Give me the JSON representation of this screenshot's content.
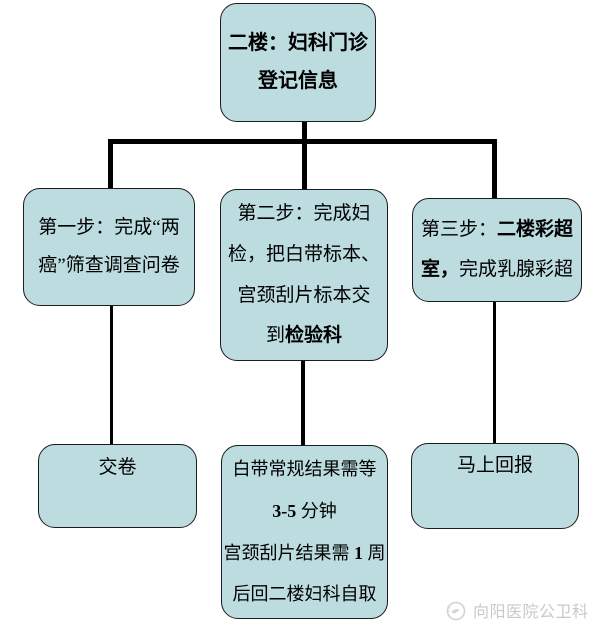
{
  "colors": {
    "box_fill": "#bcdce0",
    "box_border": "#1c1c1c",
    "connector": "#000000",
    "watermark": "#c9c9c9",
    "background": "#ffffff"
  },
  "flowchart": {
    "top": {
      "lines": [
        "二楼：妇科门诊",
        "登记信息"
      ]
    },
    "step1": {
      "lines": [
        "第一步：完成“两",
        "癌”筛查调查问卷"
      ]
    },
    "step2": {
      "lines": [
        "第二步：完成妇",
        "检，把白带标本、",
        "宫颈刮片标本交"
      ],
      "last_line": {
        "prefix": "到",
        "bold": "检验科"
      }
    },
    "step3": {
      "line1": {
        "prefix": "第三步：",
        "bold": "二楼彩超"
      },
      "line2": {
        "bold": "室，",
        "rest": "完成乳腺彩超"
      }
    },
    "result1": {
      "label": "交卷"
    },
    "result2": {
      "line1": "白带常规结果需等",
      "line2": {
        "bold": "3-5",
        "rest": " 分钟"
      },
      "line3": {
        "prefix": "宫颈刮片结果需 ",
        "bold": "1",
        "suffix": " 周"
      },
      "line4": "后回二楼妇科自取"
    },
    "result3": {
      "label": "马上回报"
    }
  },
  "watermark": {
    "text": "向阳医院公卫科",
    "logo": "bird-in-circle"
  }
}
